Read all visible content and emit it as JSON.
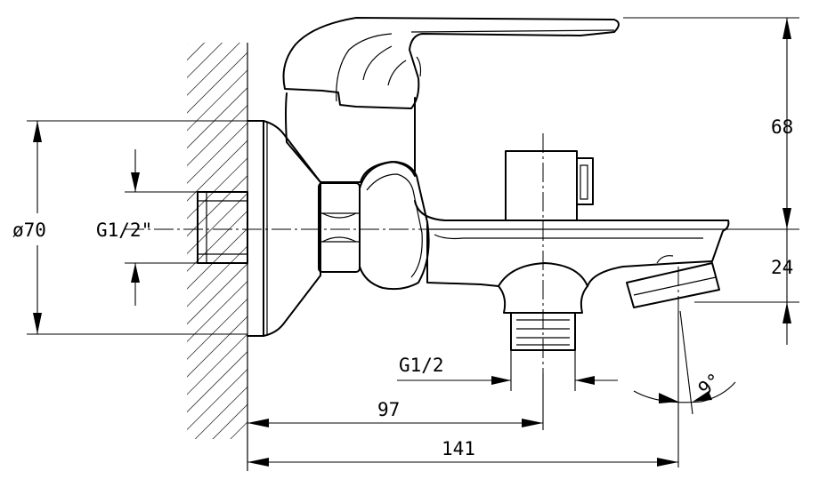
{
  "dimensions": {
    "diameter_flange": "ø70",
    "inlet_thread": "G1/2\"",
    "lever_height": "68",
    "spout_height": "24",
    "outlet_thread": "G1/2",
    "spout_angle": "9°",
    "axis_distance": "97",
    "total_length": "141"
  },
  "colors": {
    "line": "#000000",
    "background": "#ffffff"
  }
}
